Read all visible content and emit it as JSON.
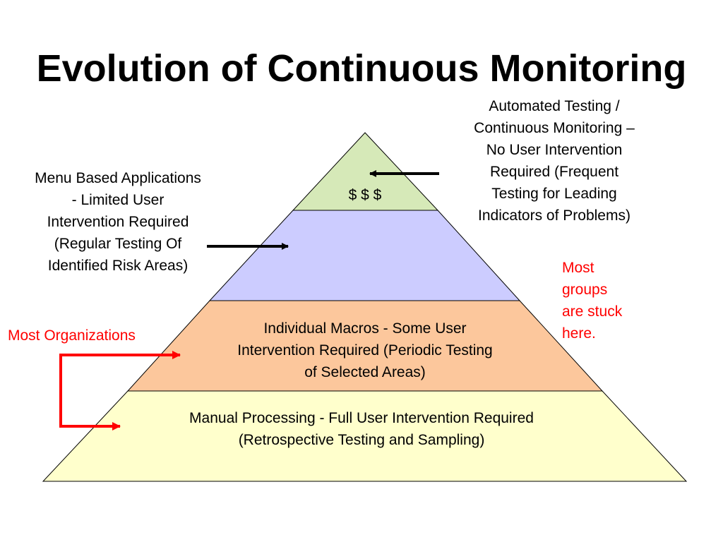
{
  "title": "Evolution of Continuous Monitoring",
  "colors": {
    "tier_top": "#d6e9b8",
    "tier_second": "#ccccff",
    "tier_third": "#fcc79c",
    "tier_bottom": "#ffffcc",
    "outline": "#000000",
    "callout_red": "#ff0000"
  },
  "pyramid": {
    "tiers": [
      {
        "lines": [
          "$ $ $"
        ]
      },
      {
        "lines": []
      },
      {
        "lines": [
          "Individual Macros - Some User",
          "Intervention  Required (Periodic Testing",
          "of Selected Areas)"
        ]
      },
      {
        "lines": [
          "Manual Processing - Full User Intervention Required",
          "(Retrospective Testing and Sampling)"
        ]
      }
    ]
  },
  "callouts": {
    "automated": {
      "lines": [
        "Automated Testing /",
        "Continuous Monitoring  –",
        "No User Intervention",
        "Required (Frequent",
        "Testing for Leading",
        "Indicators of Problems)"
      ]
    },
    "menu_based": {
      "lines": [
        "Menu Based Applications",
        "- Limited User",
        "Intervention  Required",
        "(Regular Testing Of",
        "Identified Risk Areas)"
      ]
    },
    "most_groups": {
      "lines": [
        "Most",
        "groups",
        "are stuck",
        "here."
      ]
    },
    "most_organizations": {
      "text": "Most Organizations"
    }
  }
}
